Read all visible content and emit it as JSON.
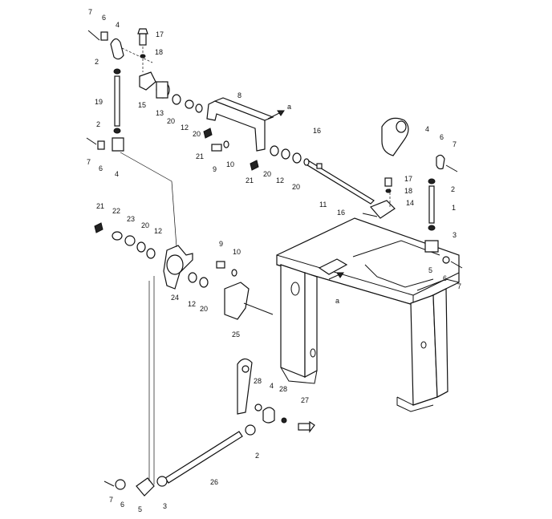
{
  "callouts": [
    {
      "id": "c7a",
      "text": "7"
    },
    {
      "id": "c6a",
      "text": "6"
    },
    {
      "id": "c4a",
      "text": "4"
    },
    {
      "id": "c17a",
      "text": "17"
    },
    {
      "id": "c18a",
      "text": "18"
    },
    {
      "id": "c2a",
      "text": "2"
    },
    {
      "id": "c15",
      "text": "15"
    },
    {
      "id": "c19",
      "text": "19"
    },
    {
      "id": "c13",
      "text": "13"
    },
    {
      "id": "c20a",
      "text": "20"
    },
    {
      "id": "c12a",
      "text": "12"
    },
    {
      "id": "c20b",
      "text": "20"
    },
    {
      "id": "c8",
      "text": "8"
    },
    {
      "id": "c2b",
      "text": "2"
    },
    {
      "id": "c21a",
      "text": "21"
    },
    {
      "id": "c9a",
      "text": "9"
    },
    {
      "id": "c10a",
      "text": "10"
    },
    {
      "id": "c7b",
      "text": "7"
    },
    {
      "id": "c6b",
      "text": "6"
    },
    {
      "id": "c4b",
      "text": "4"
    },
    {
      "id": "c21b",
      "text": "21"
    },
    {
      "id": "c20c",
      "text": "20"
    },
    {
      "id": "c12b",
      "text": "12"
    },
    {
      "id": "c20d",
      "text": "20"
    },
    {
      "id": "c16a",
      "text": "16"
    },
    {
      "id": "c11",
      "text": "11"
    },
    {
      "id": "c4c",
      "text": "4"
    },
    {
      "id": "c6c",
      "text": "6"
    },
    {
      "id": "c7c",
      "text": "7"
    },
    {
      "id": "c17b",
      "text": "17"
    },
    {
      "id": "c18b",
      "text": "18"
    },
    {
      "id": "c2c",
      "text": "2"
    },
    {
      "id": "c16b",
      "text": "16"
    },
    {
      "id": "c14",
      "text": "14"
    },
    {
      "id": "c1",
      "text": "1"
    },
    {
      "id": "c3a",
      "text": "3"
    },
    {
      "id": "c21c",
      "text": "21"
    },
    {
      "id": "c22",
      "text": "22"
    },
    {
      "id": "c23",
      "text": "23"
    },
    {
      "id": "c20e",
      "text": "20"
    },
    {
      "id": "c12c",
      "text": "12"
    },
    {
      "id": "c9b",
      "text": "9"
    },
    {
      "id": "c10b",
      "text": "10"
    },
    {
      "id": "c5a",
      "text": "5"
    },
    {
      "id": "c6d",
      "text": "6"
    },
    {
      "id": "c7d",
      "text": "7"
    },
    {
      "id": "c24",
      "text": "24"
    },
    {
      "id": "c12d",
      "text": "12"
    },
    {
      "id": "c20f",
      "text": "20"
    },
    {
      "id": "c25",
      "text": "25"
    },
    {
      "id": "c28a",
      "text": "28"
    },
    {
      "id": "c4d",
      "text": "4"
    },
    {
      "id": "c28b",
      "text": "28"
    },
    {
      "id": "c27",
      "text": "27"
    },
    {
      "id": "c2d",
      "text": "2"
    },
    {
      "id": "c26",
      "text": "26"
    },
    {
      "id": "c7e",
      "text": "7"
    },
    {
      "id": "c6e",
      "text": "6"
    },
    {
      "id": "c5b",
      "text": "5"
    },
    {
      "id": "c3b",
      "text": "3"
    }
  ],
  "arrows": [
    {
      "id": "a1",
      "text": "a"
    },
    {
      "id": "a2",
      "text": "a"
    }
  ]
}
